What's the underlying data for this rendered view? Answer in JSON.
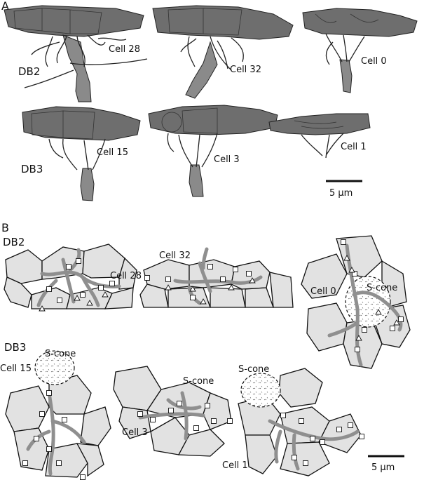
{
  "panels": {
    "a": {
      "letter": "A"
    },
    "b": {
      "letter": "B"
    }
  },
  "rows": {
    "db2": "DB2",
    "db3": "DB3"
  },
  "cells": {
    "c28": "Cell 28",
    "c32": "Cell 32",
    "c0": "Cell 0",
    "c15": "Cell 15",
    "c3": "Cell 3",
    "c1": "Cell 1"
  },
  "b_labels": {
    "db2": "DB2",
    "db3": "DB3",
    "c28": "Cell 28",
    "c32": "Cell 32",
    "c0": "Cell 0",
    "c15": "Cell 15",
    "c3": "Cell 3",
    "c1": "Cell 1",
    "scone_0": "S-cone",
    "scone_15": "S-cone",
    "scone_3": "S-cone",
    "scone_1": "S-cone"
  },
  "scalebar": {
    "a": "5 µm",
    "b": "5 µm"
  },
  "colors": {
    "cone_fill_3d": "#6e6e6e",
    "cone_fill_2d": "#e2e2e2",
    "dendrite": "#8f8f8f",
    "outline": "#111111"
  }
}
